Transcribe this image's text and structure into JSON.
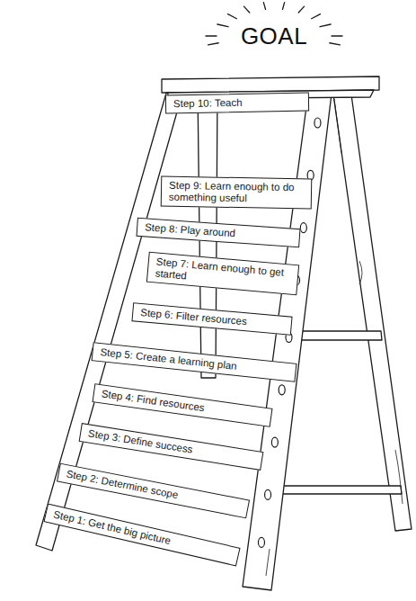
{
  "diagram": {
    "nodes": [
      {
        "text": [
          "Step 10: Teach"
        ]
      },
      {
        "text": [
          "Step 9: Learn enough to do something useful"
        ]
      },
      {
        "text": [
          "Step 8: Play around"
        ]
      },
      {
        "text": [
          "Step 7: Learn enough to get started"
        ]
      },
      {
        "text": [
          "Step 6: Filter resources"
        ]
      },
      {
        "text": [
          "Step 5: Create a learning plan"
        ]
      },
      {
        "text": [
          "Step 4: Find resources"
        ]
      },
      {
        "text": [
          "Step 3: Define success"
        ]
      },
      {
        "text": [
          "Step 2: Determine scope"
        ]
      },
      {
        "text": [
          "Step 1: Get the big picture"
        ]
      }
    ],
    "labels": [
      "GOAL"
    ]
  }
}
